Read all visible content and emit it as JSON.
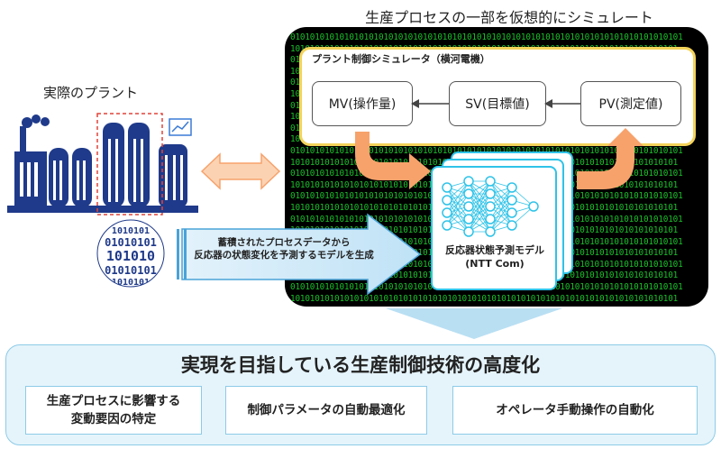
{
  "header": {
    "simulation_heading": "生産プロセスの一部を仮想的にシミュレート",
    "plant_label": "実際のプラント"
  },
  "simulator": {
    "title": "プラント制御シミュレータ（横河電機）",
    "mv_label": "MV(操作量)",
    "sv_label": "SV(目標値)",
    "pv_label": "PV(測定値)"
  },
  "model": {
    "line1": "反応器状態予測モデル",
    "line2": "(NTT Com)"
  },
  "process_arrow": {
    "line1": "蓄積されたプロセスデータから",
    "line2": "反応器の状態変化を予測するモデルを生成"
  },
  "binary_globe": {
    "text": "1010101\n01010101\n101010\n01010101\n1010101"
  },
  "bottom": {
    "title": "実現を目指している生産制御技術の高度化",
    "items": [
      {
        "line1": "生産プロセスに影響する",
        "line2": "変動要因の特定"
      },
      {
        "line1": "制御パラメータの自動最適化",
        "line2": ""
      },
      {
        "line1": "オペレータ手動操作の自動化",
        "line2": ""
      }
    ]
  },
  "colors": {
    "plant_blue": "#1f3a8a",
    "binary_green": "#19c12a",
    "sim_border": "#f3d35a",
    "model_border": "#2fc3e8",
    "orange_arrow": "#f7a26b",
    "bottom_bg": "#e5f4fb"
  }
}
